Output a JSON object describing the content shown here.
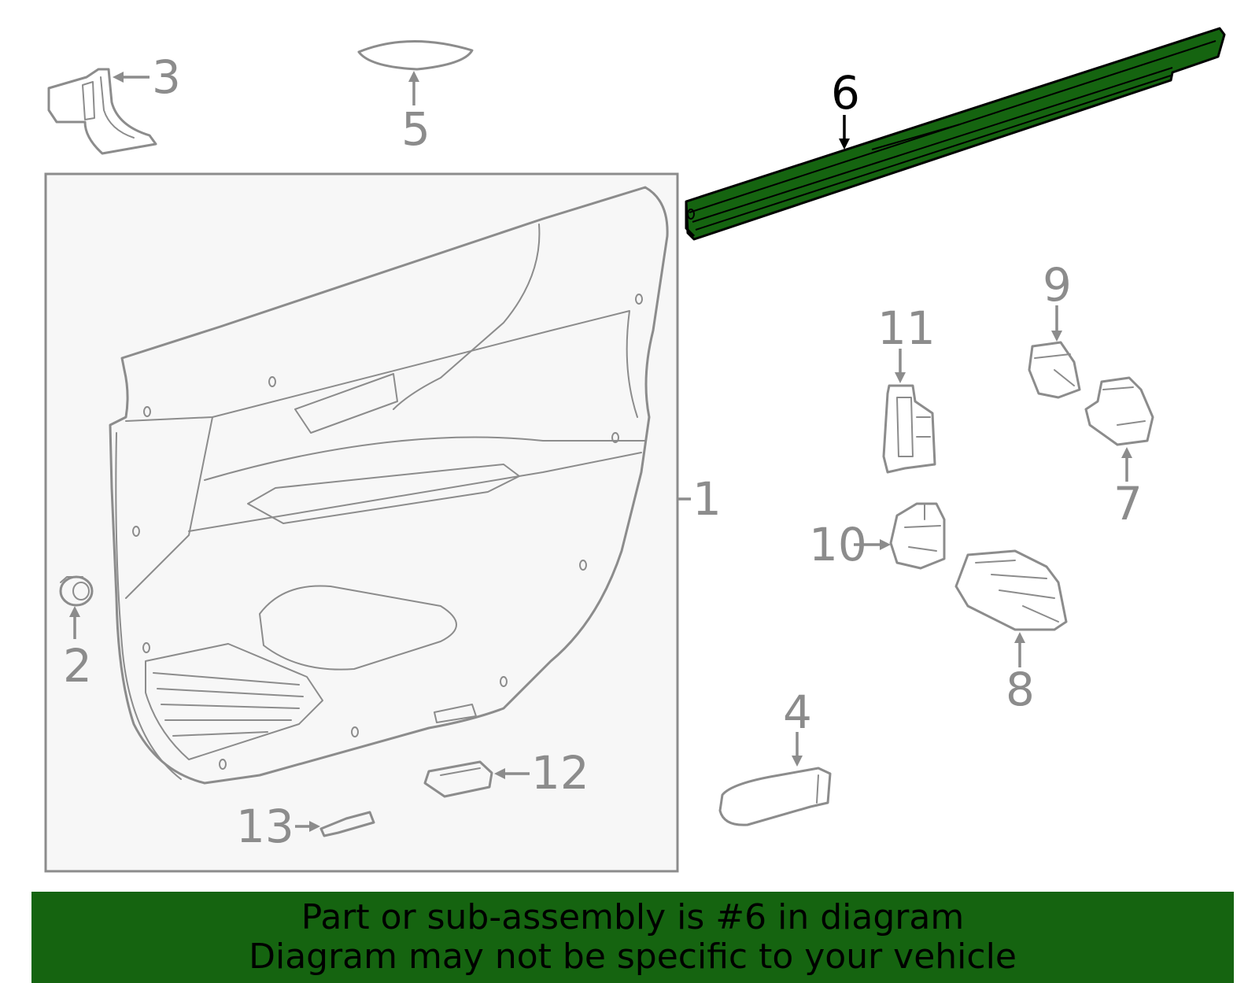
{
  "diagram": {
    "highlight_color": "#156410",
    "highlighted_part": "6",
    "callouts": {
      "p1": "1",
      "p2": "2",
      "p3": "3",
      "p4": "4",
      "p5": "5",
      "p6": "6",
      "p7": "7",
      "p8": "8",
      "p9": "9",
      "p10": "10",
      "p11": "11",
      "p12": "12",
      "p13": "13"
    }
  },
  "banner": {
    "line1": "Part or sub-assembly is #6 in diagram",
    "line2": "Diagram may not be specific to your vehicle"
  }
}
